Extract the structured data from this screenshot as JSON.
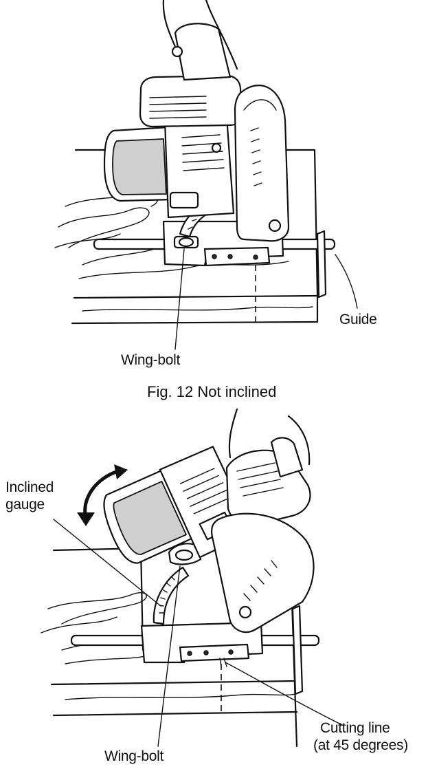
{
  "figure_top": {
    "labels": {
      "guide": "Guide",
      "wing_bolt": "Wing-bolt"
    },
    "caption": "Fig. 12 Not inclined"
  },
  "figure_bottom": {
    "labels": {
      "inclined_gauge_line1": "Inclined",
      "inclined_gauge_line2": "gauge",
      "wing_bolt": "Wing-bolt",
      "cutting_line_line1": "Cutting line",
      "cutting_line_line2": "(at 45 degrees)"
    }
  }
}
